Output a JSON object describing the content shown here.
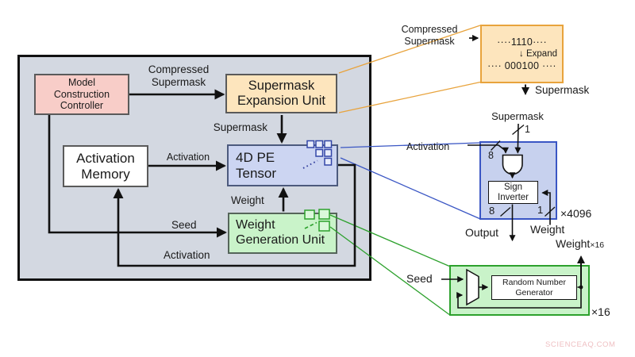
{
  "colors": {
    "chip_fill": "#d3d8e1",
    "controller_fill": "#f8cdc8",
    "supermask_fill": "#fde5bd",
    "supermask_accent": "#e8a33c",
    "pe_fill": "#ccd5f2",
    "pe_accent": "#3a56c4",
    "weight_fill": "#c9f3c9",
    "weight_accent": "#2da12d"
  },
  "main": {
    "controller": [
      "Model",
      "Construction",
      "Controller"
    ],
    "supermask_expansion": [
      "Supermask",
      "Expansion Unit"
    ],
    "activation_memory": [
      "Activation",
      "Memory"
    ],
    "pe_tensor": [
      "4D PE",
      "Tensor"
    ],
    "weight_generation": [
      "Weight",
      "Generation Unit"
    ],
    "labels": {
      "compressed_supermask": [
        "Compressed",
        "Supermask"
      ],
      "supermask": "Supermask",
      "activation": "Activation",
      "weight": "Weight",
      "seed": "Seed",
      "activation_feedback": "Activation"
    }
  },
  "expansion_detail": {
    "input_label": [
      "Compressed",
      "Supermask"
    ],
    "compressed_bits": "····1110····",
    "expand": "↓ Expand",
    "expanded_bits": "···· 000100 ····",
    "output_label": "Supermask"
  },
  "pe_detail": {
    "supermask_label": "Supermask",
    "supermask_bits": "1",
    "activation_label": "Activation",
    "activation_bits": "8",
    "sign_inverter": [
      "Sign",
      "Inverter"
    ],
    "output_bits": "8",
    "weight_bits": "1",
    "count": "×4096",
    "output_label": "Output",
    "weight_label": "Weight"
  },
  "wgu_detail": {
    "weight_label": "Weight",
    "weight_sub": "×16",
    "seed_label": "Seed",
    "rng": [
      "Random Number",
      "Generator"
    ],
    "count": "×16"
  },
  "watermark": "SCIENCEAQ.COM"
}
